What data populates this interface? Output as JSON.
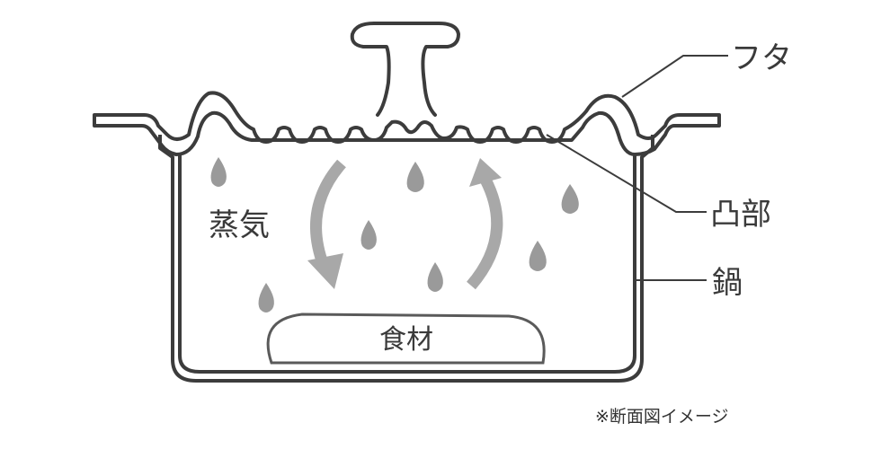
{
  "labels": {
    "lid": "フタ",
    "bumps": "凸部",
    "pot": "鍋",
    "steam": "蒸気",
    "ingredients": "食材",
    "note": "※断面図イメージ"
  },
  "colors": {
    "outline": "#3c3c3c",
    "droplet": "#9a9a9a",
    "arrow": "#a8a8a8",
    "background": "#ffffff"
  }
}
